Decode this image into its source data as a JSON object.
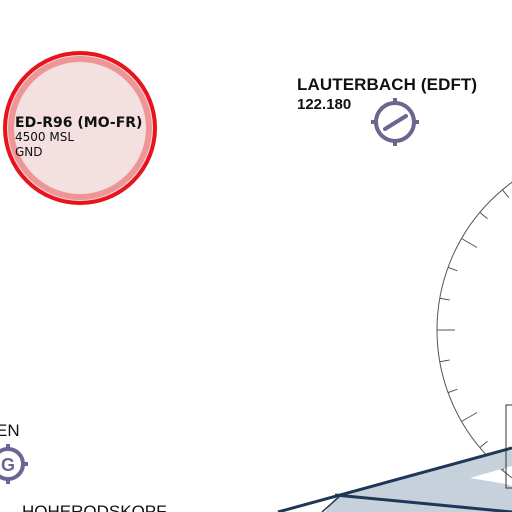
{
  "restricted_area": {
    "name": "ED-R96 (MO-FR)",
    "upper_limit": "4500 MSL",
    "lower_limit": "GND",
    "color": "#e8141c",
    "fill": "#f4e0e1"
  },
  "airfield": {
    "name": "LAUTERBACH (EDFT)",
    "frequency": "122.180",
    "symbol": "airfield-symbol",
    "color": "#6e6490"
  },
  "left_airfield": {
    "partial_name": "EN",
    "symbol_letter": "G",
    "color": "#6e6490"
  },
  "bottom_place": {
    "partial_name": "HOHERODSKOPF"
  },
  "colors": {
    "airway_border": "#1f3756",
    "airway_fill": "#c6d1dc",
    "compass_rose": "#555555"
  }
}
